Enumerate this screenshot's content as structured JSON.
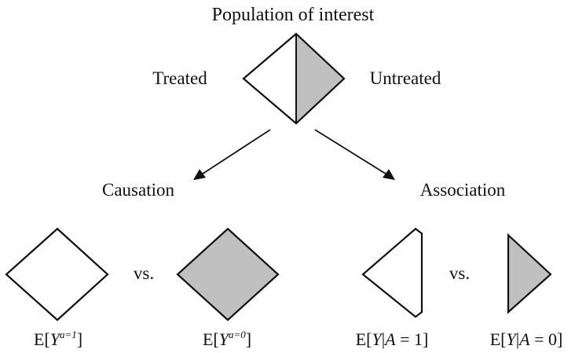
{
  "labels": {
    "population": "Population of interest",
    "treated": "Treated",
    "untreated": "Untreated",
    "causation": "Causation",
    "association": "Association",
    "vs": "vs."
  },
  "expressions": {
    "e_ya1": {
      "prefix": "E[",
      "var": "Y",
      "sup": "a=1",
      "suffix": "]"
    },
    "e_ya0": {
      "prefix": "E[",
      "var": "Y",
      "sup": "a=0",
      "suffix": "]"
    },
    "e_y_given_a1": {
      "prefix": "E[",
      "var": "Y",
      "bar": "|",
      "cond": "A",
      "rest": " = 1]"
    },
    "e_y_given_a0": {
      "prefix": "E[",
      "var": "Y",
      "bar": "|",
      "cond": "A",
      "rest": " = 0]"
    }
  },
  "colors": {
    "outline": "#111111",
    "shaded": "#c0c0c0",
    "empty": "#ffffff"
  }
}
